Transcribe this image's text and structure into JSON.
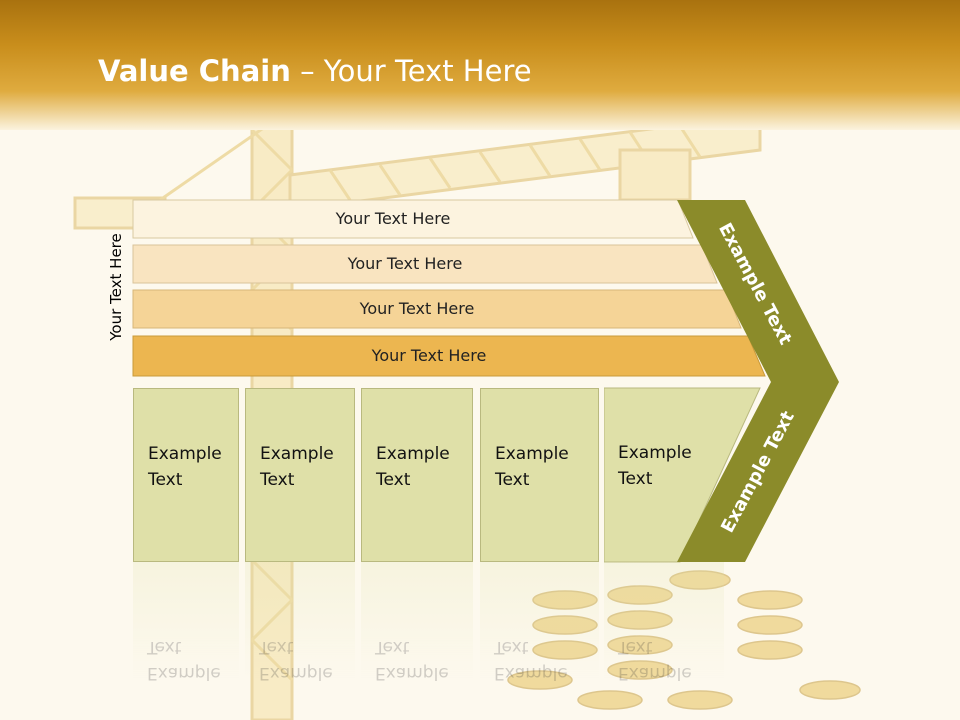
{
  "title": {
    "bold": "Value Chain",
    "rest": " – Your Text Here"
  },
  "side_label": "Your Text Here",
  "bars": [
    "Your Text Here",
    "Your Text Here",
    "Your Text Here",
    "Your Text Here"
  ],
  "boxes": [
    {
      "line1": "Example",
      "line2": "Text"
    },
    {
      "line1": "Example",
      "line2": "Text"
    },
    {
      "line1": "Example",
      "line2": "Text"
    },
    {
      "line1": "Example",
      "line2": "Text"
    },
    {
      "line1": "Example",
      "line2": "Text"
    }
  ],
  "chevron": {
    "upper": "Example Text",
    "lower": "Example Text"
  },
  "colors": {
    "header": "#c98e1c",
    "bar1": "#fcf3df",
    "bar2": "#f9e4c0",
    "bar3": "#f5d497",
    "bar4": "#ecb650",
    "box": "#dfe0a8",
    "chevron": "#8b8b2a"
  }
}
